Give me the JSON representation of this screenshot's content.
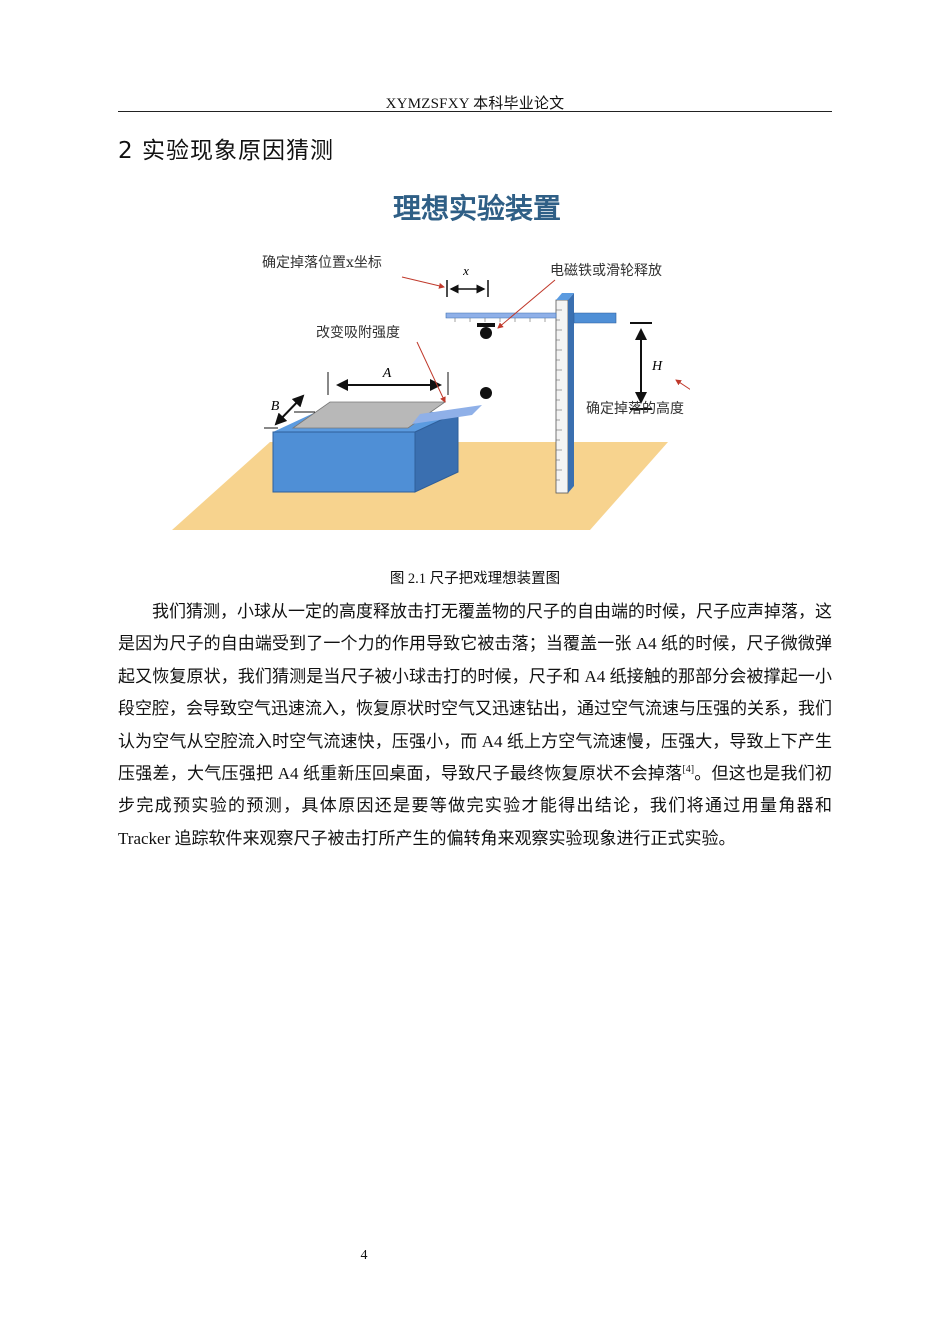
{
  "header": {
    "title": "XYMZSFXY 本科毕业论文"
  },
  "section": {
    "heading": "2  实验现象原因猜测"
  },
  "figure": {
    "title": "理想实验装置",
    "labels": {
      "x_position": "确定掉落位置x坐标",
      "x_symbol": "x",
      "release": "电磁铁或滑轮释放",
      "adsorption": "改变吸附强度",
      "a_symbol": "A",
      "b_symbol": "B",
      "h_symbol": "H",
      "height": "确定掉落的高度"
    },
    "colors": {
      "title": "#2f5f86",
      "box": "#4f8fd6",
      "box_dark": "#3a6fb0",
      "table": "#f7d38e",
      "paper": "#b8b8b8",
      "ruler": "#8fb0e8",
      "arrow_red": "#c0392b"
    },
    "caption": "图 2.1  尺子把戏理想装置图"
  },
  "body": {
    "paragraph_part1": "我们猜测，小球从一定的高度释放击打无覆盖物的尺子的自由端的时候，尺子应声掉落，这是因为尺子的自由端受到了一个力的作用导致它被击落；当覆盖一张 A4 纸的时候，尺子微微弹起又恢复原状，我们猜测是当尺子被小球击打的时候，尺子和 A4 纸接触的那部分会被撑起一小段空腔，会导致空气迅速流入，恢复原状时空气又迅速钻出，通过空气流速与压强的关系，我们认为空气从空腔流入时空气流速快，压强小，而 A4 纸上方空气流速慢，压强大，导致上下产生压强差，大气压强把 A4 纸重新压回桌面，导致尺子最终恢复原状不会掉落",
    "citation": "[4]",
    "paragraph_part2": "。但这也是我们初步完成预实验的预测，具体原因还是要等做完实验才能得出结论，我们将通过用量角器和 Tracker 追踪软件来观察尺子被击打所产生的偏转角来观察实验现象进行正式实验。"
  },
  "footer": {
    "page_number": "4"
  }
}
